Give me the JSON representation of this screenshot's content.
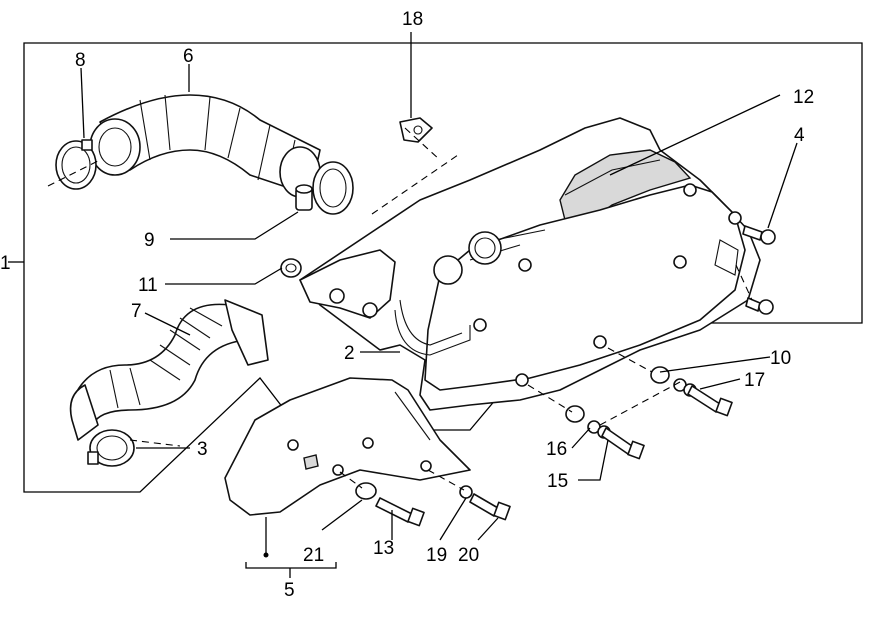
{
  "diagram": {
    "labels": {
      "l1": "1",
      "l2": "2",
      "l3": "3",
      "l4": "4",
      "l5": "5",
      "l6": "6",
      "l7": "7",
      "l8": "8",
      "l9": "9",
      "l10": "10",
      "l11": "11",
      "l12": "12",
      "l13": "13",
      "l15": "15",
      "l16": "16",
      "l17": "17",
      "l18": "18",
      "l19": "19",
      "l20": "20",
      "l21": "21"
    }
  }
}
